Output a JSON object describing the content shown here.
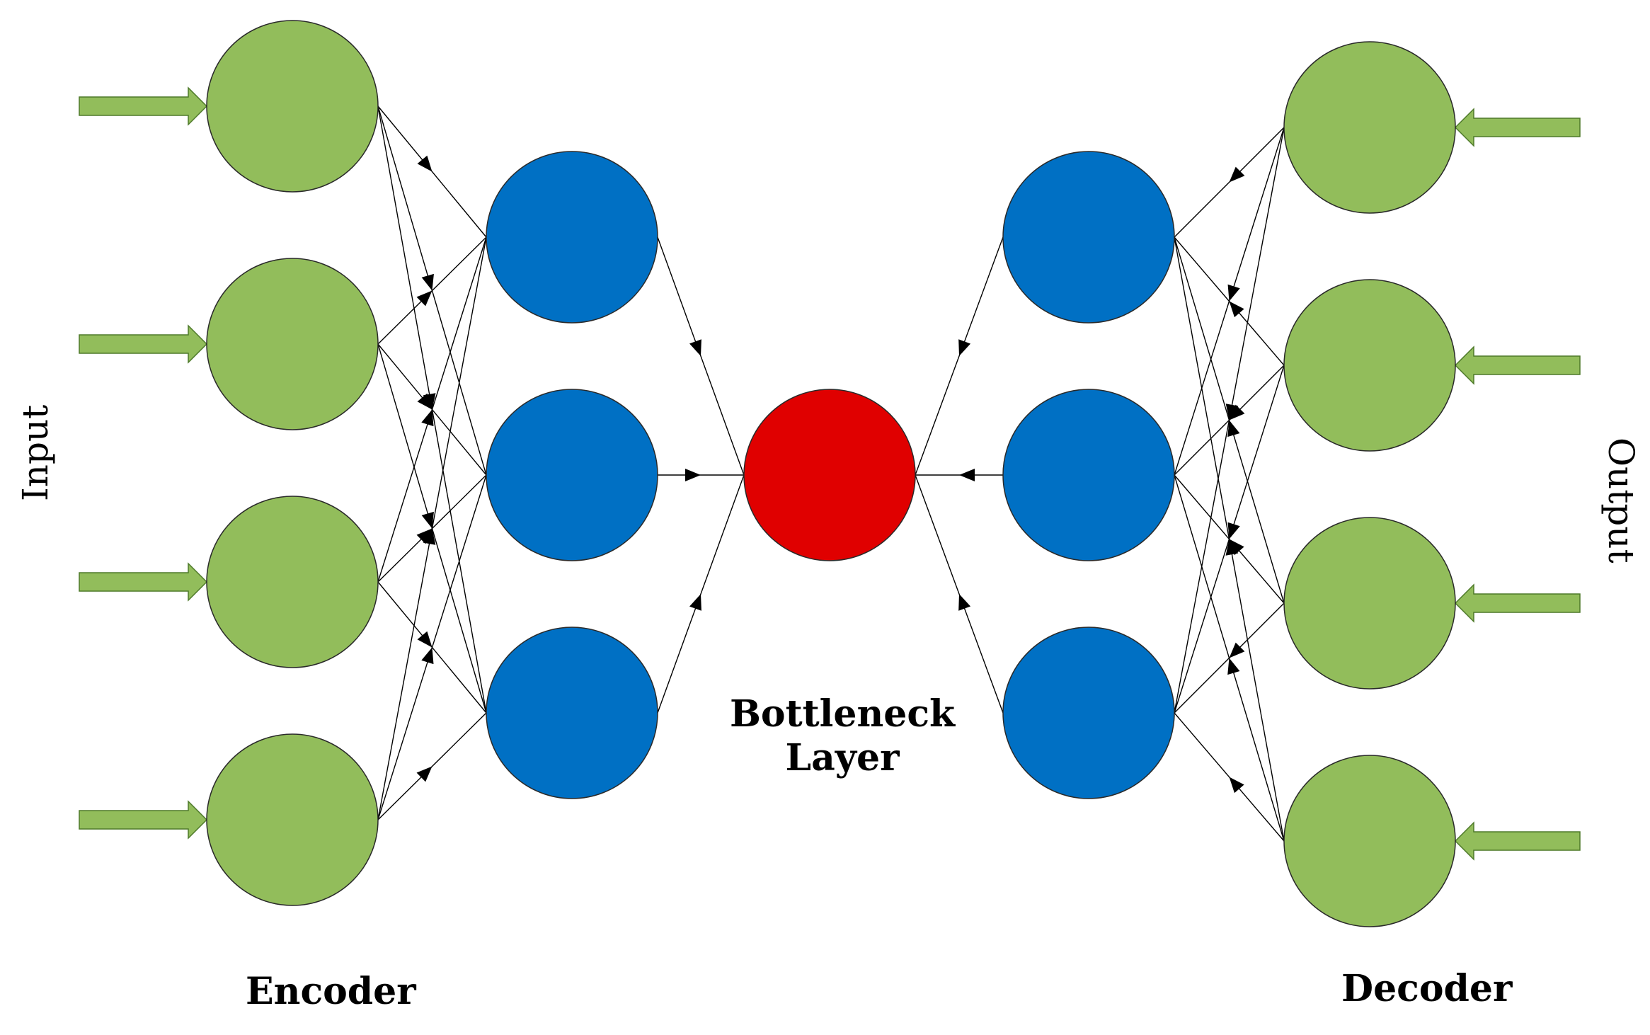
{
  "labels": {
    "input": "Input",
    "output": "Output",
    "encoder": "Encoder",
    "decoder": "Decoder",
    "bottleneck_line1": "Bottleneck",
    "bottleneck_line2": "Layer"
  },
  "layers": [
    {
      "name": "encoder-input-layer",
      "nodes": 4,
      "color": "#92bd5b"
    },
    {
      "name": "encoder-hidden-layer",
      "nodes": 3,
      "color": "#0070c4"
    },
    {
      "name": "bottleneck-layer",
      "nodes": 1,
      "color": "#e00000"
    },
    {
      "name": "decoder-hidden-layer",
      "nodes": 3,
      "color": "#0070c4"
    },
    {
      "name": "decoder-output-layer",
      "nodes": 4,
      "color": "#92bd5b"
    }
  ],
  "colors": {
    "input_output_nodes": "#92bd5b",
    "hidden_nodes": "#0070c4",
    "bottleneck_node": "#e00000",
    "io_arrows": "#92bd5b",
    "connections": "#000000"
  }
}
